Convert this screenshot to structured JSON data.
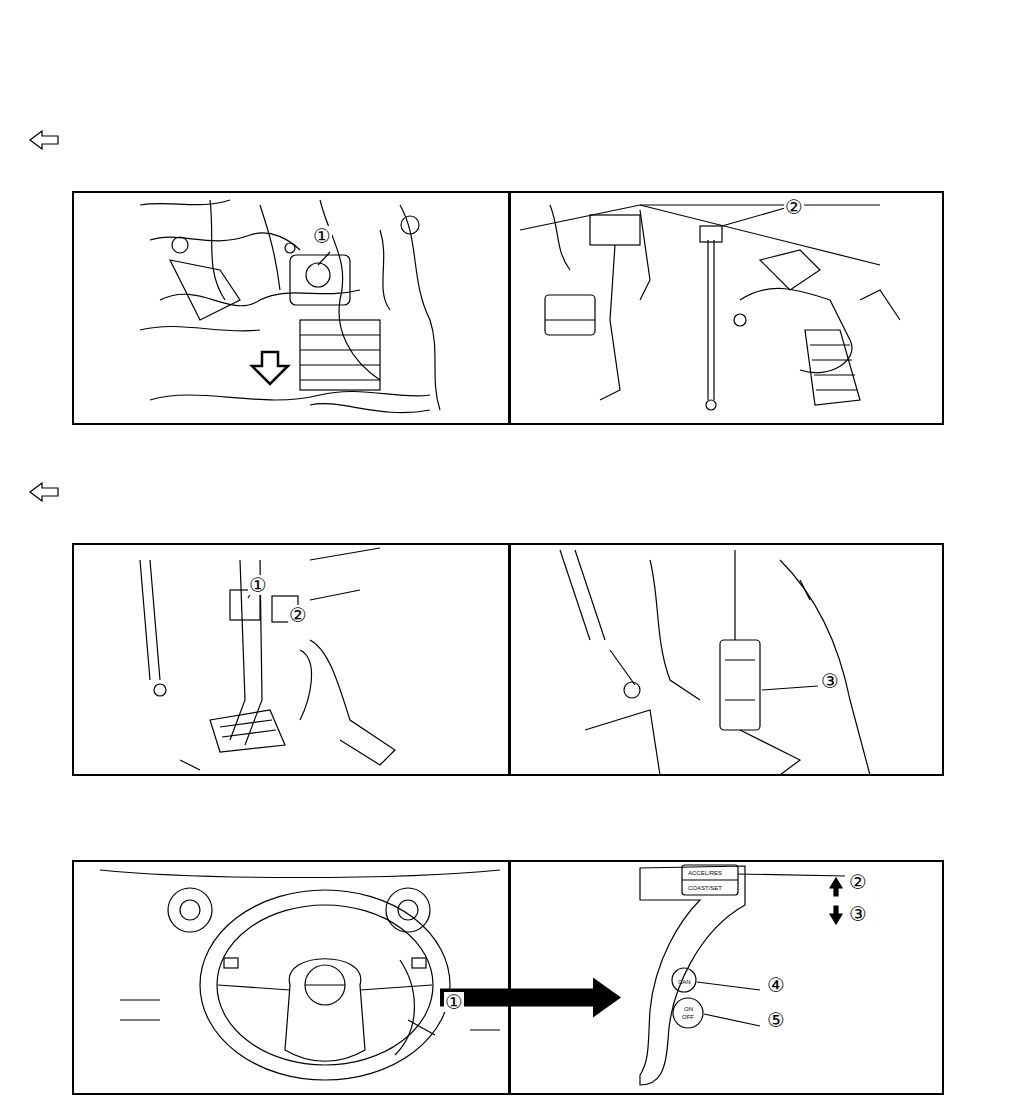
{
  "diagram": {
    "nodes": [
      {
        "text": [
          "①"
        ]
      },
      {
        "text": [
          "②"
        ]
      },
      {
        "text": [
          "①",
          "②"
        ]
      },
      {
        "text": [
          "③"
        ]
      },
      {
        "text": [
          "①"
        ]
      },
      {
        "text": [
          "②",
          "③",
          "④",
          "⑤",
          "ACCEL/RES",
          "COAST/SET",
          "CAN",
          "ON",
          "OFF"
        ]
      }
    ],
    "edges": [
      {
        "from": 4,
        "to": 5,
        "arrow": "to"
      }
    ]
  }
}
